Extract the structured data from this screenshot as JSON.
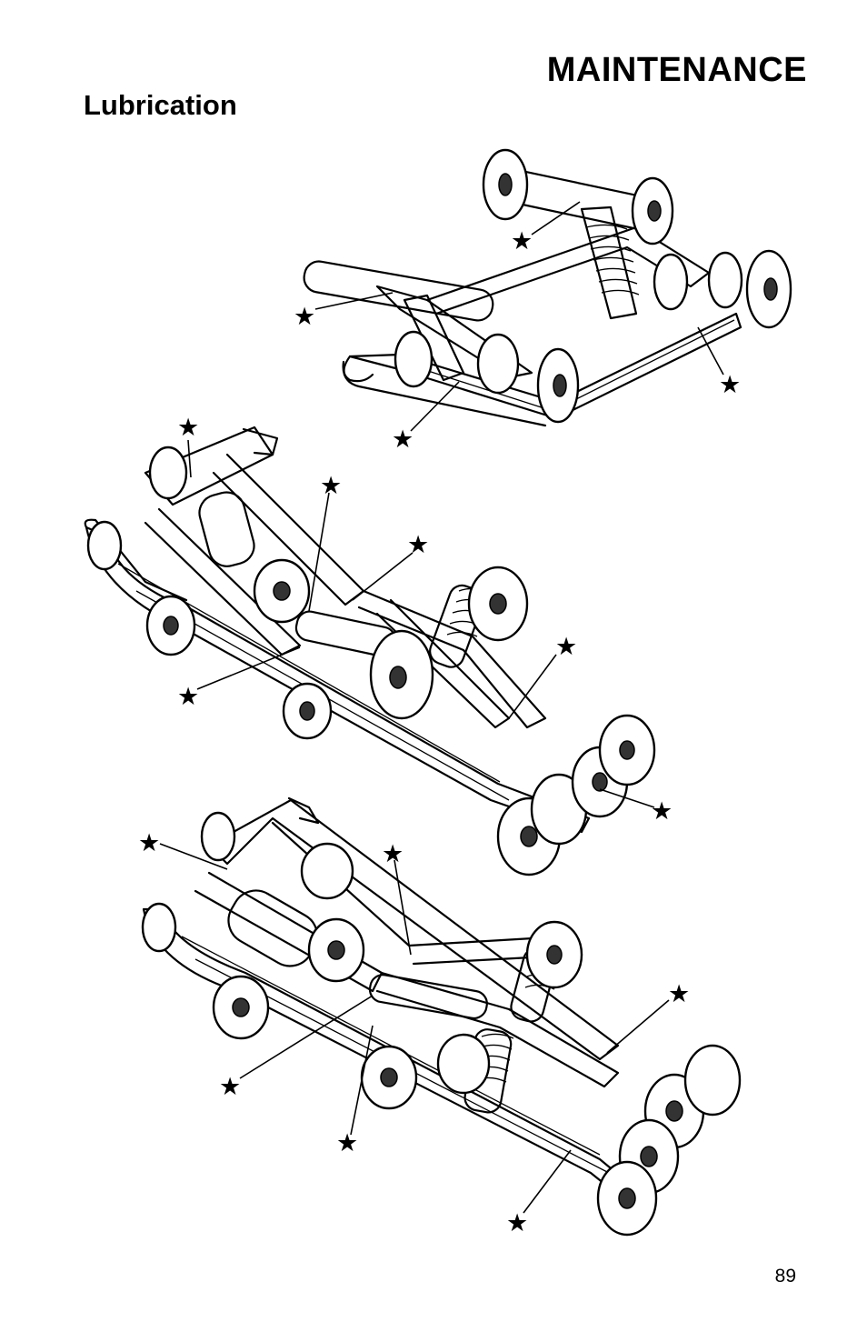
{
  "header": {
    "section_title": "MAINTENANCE",
    "subsection_title": "Lubrication"
  },
  "figures": [
    {
      "name": "rear-suspension-view-1",
      "marker_count": 4
    },
    {
      "name": "rear-suspension-view-2",
      "marker_count": 6
    },
    {
      "name": "rear-suspension-view-3",
      "marker_count": 6
    }
  ],
  "marker_symbol": "★",
  "marker_meaning_icon": "grease-point-star-icon",
  "footer": {
    "page_number": "89"
  }
}
